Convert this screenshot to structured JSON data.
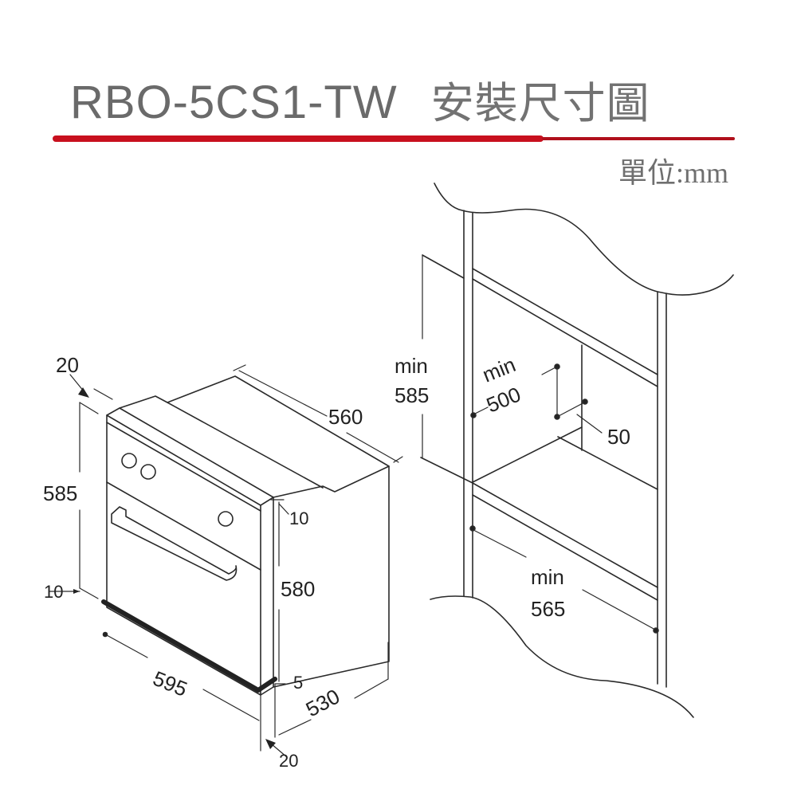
{
  "header": {
    "model": "RBO-5CS1-TW",
    "title_cn": "安裝尺寸圖",
    "unit_label": "單位:mm",
    "accent_color": "#c8101e"
  },
  "oven_diagram": {
    "dimensions": {
      "top_left_offset": "20",
      "height": "585",
      "depth_top": "560",
      "front_panel_offset": "10",
      "body_height": "580",
      "bottom_left_offset": "10",
      "width": "595",
      "bottom_offset": "5",
      "depth_bottom": "530",
      "bottom_right_offset": "20"
    }
  },
  "cabinet_diagram": {
    "dimensions": {
      "min_height_label": "min",
      "min_height": "585",
      "min_depth_label": "min",
      "min_depth": "500",
      "gap": "50",
      "min_width_label": "min",
      "min_width": "565"
    }
  }
}
